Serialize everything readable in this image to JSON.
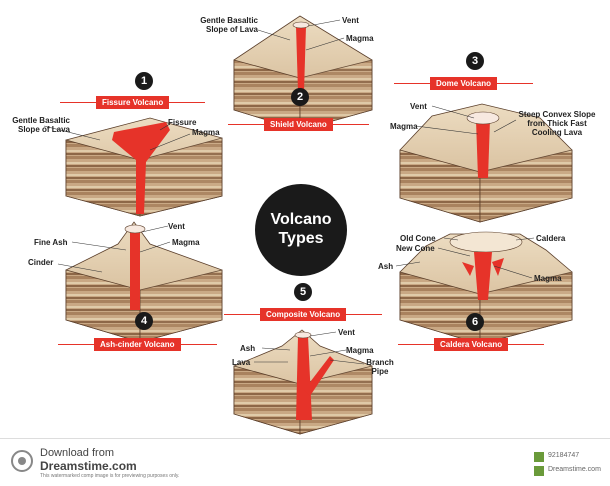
{
  "center": {
    "line1": "Volcano",
    "line2": "Types"
  },
  "volcanoes": [
    {
      "num": "1",
      "name": "Fissure Volcano"
    },
    {
      "num": "2",
      "name": "Shield Volcano"
    },
    {
      "num": "3",
      "name": "Dome Volcano"
    },
    {
      "num": "4",
      "name": "Ash-cinder Volcano"
    },
    {
      "num": "5",
      "name": "Composite Volcano"
    },
    {
      "num": "6",
      "name": "Caldera Volcano"
    }
  ],
  "labels": {
    "shield": {
      "slope": "Gentle Basaltic\nSlope of Lava",
      "vent": "Vent",
      "magma": "Magma"
    },
    "fissure": {
      "slope": "Gentle Basaltic\nSlope of Lava",
      "fissure": "Fissure",
      "magma": "Magma"
    },
    "dome": {
      "vent": "Vent",
      "magma": "Magma",
      "slope": "Steep Convex Slope\nfrom Thick Fast\nCooling Lava"
    },
    "ashcinder": {
      "vent": "Vent",
      "fine_ash": "Fine Ash",
      "magma": "Magma",
      "cinder": "Cinder"
    },
    "composite": {
      "vent": "Vent",
      "ash": "Ash",
      "lava": "Lava",
      "magma": "Magma",
      "branch": "Branch\nPipe"
    },
    "caldera": {
      "old_cone": "Old Cone",
      "new_cone": "New Cone",
      "caldera": "Caldera",
      "ash": "Ash",
      "magma": "Magma"
    }
  },
  "footer": {
    "download": "Download from",
    "site": "Dreamstime.com",
    "notice": "This watermarked comp image is for previewing purposes only.",
    "id": "92184747",
    "credit": "Dreamstime.com"
  },
  "colors": {
    "magma": "#e63329",
    "rock_light": "#d9c3a3",
    "rock_dark": "#8a6a4d",
    "tag": "#e63329"
  }
}
